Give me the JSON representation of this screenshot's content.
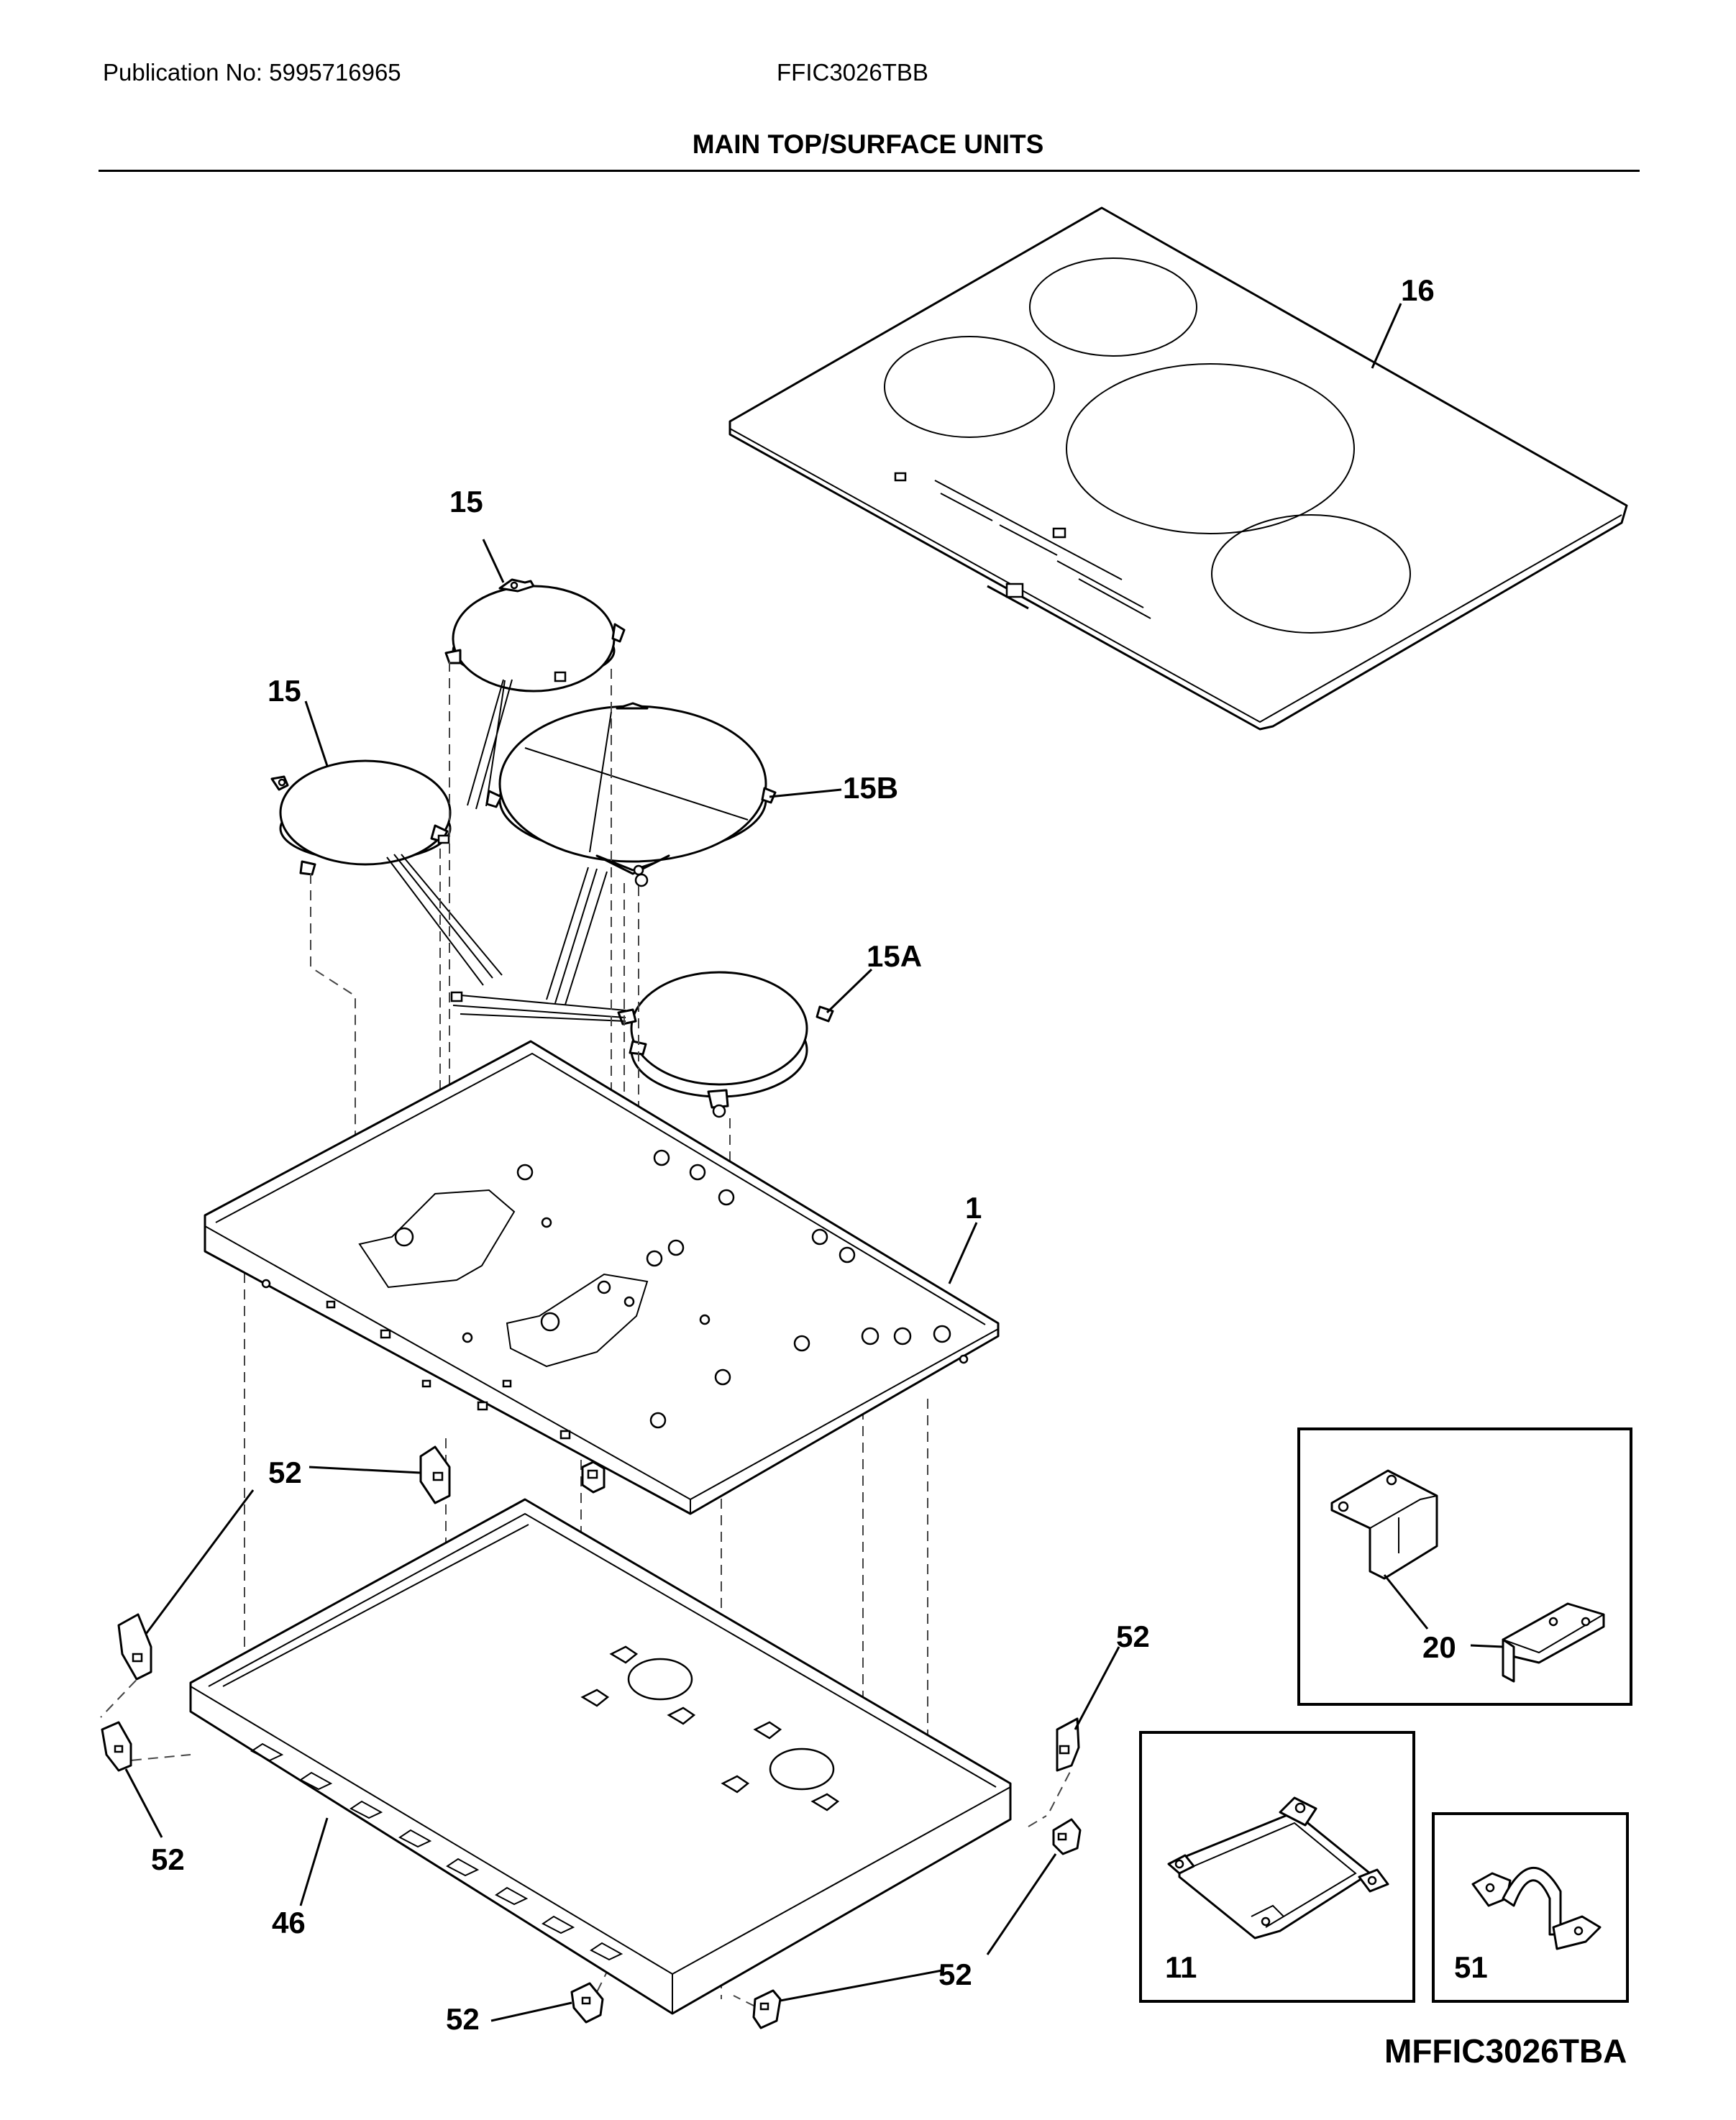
{
  "header": {
    "publication": "Publication No: 5995716965",
    "model": "FFIC3026TBB",
    "title": "MAIN TOP/SURFACE UNITS"
  },
  "callouts": {
    "part_16": "16",
    "part_15_rear": "15",
    "part_15_left": "15",
    "part_15b": "15B",
    "part_15a": "15A",
    "part_1": "1",
    "part_52_top": "52",
    "part_52_right": "52",
    "part_52_left": "52",
    "part_52_bottom_right": "52",
    "part_52_bottom": "52",
    "part_46": "46",
    "part_20": "20",
    "part_11": "11",
    "part_51": "51"
  },
  "footer": {
    "diagram_code": "MFFIC3026TBA"
  }
}
